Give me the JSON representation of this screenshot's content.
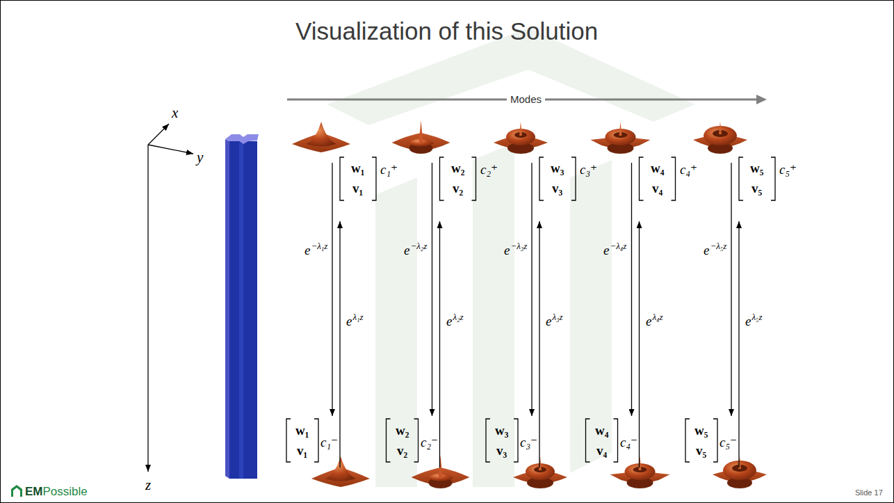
{
  "diagram": {
    "title": "Visualization of this Solution",
    "labels": [
      "Modes",
      "x",
      "y",
      "z",
      "w₁",
      "v₁",
      "c₁⁺",
      "e",
      "−λ₁z",
      "e",
      "λ₁z",
      "w₁",
      "v₁",
      "c₁⁻",
      "w₂",
      "v₂",
      "c₂⁺",
      "e",
      "−λ₂z",
      "e",
      "λ₂z",
      "w₂",
      "v₂",
      "c₂⁻",
      "w₃",
      "v₃",
      "c₃⁺",
      "e",
      "−λ₃z",
      "e",
      "λ₃z",
      "w₃",
      "v₃",
      "c₃⁻",
      "w₄",
      "v₄",
      "c₄⁺",
      "e",
      "−λ₄z",
      "e",
      "λ₄z",
      "w₄",
      "v₄",
      "c₄⁻",
      "w₅",
      "v₅",
      "c₅⁺",
      "e",
      "−λ₅z",
      "e",
      "λ₅z",
      "w₅",
      "v₅",
      "c₅⁻",
      "EM",
      "Possible",
      "Slide 17"
    ]
  }
}
